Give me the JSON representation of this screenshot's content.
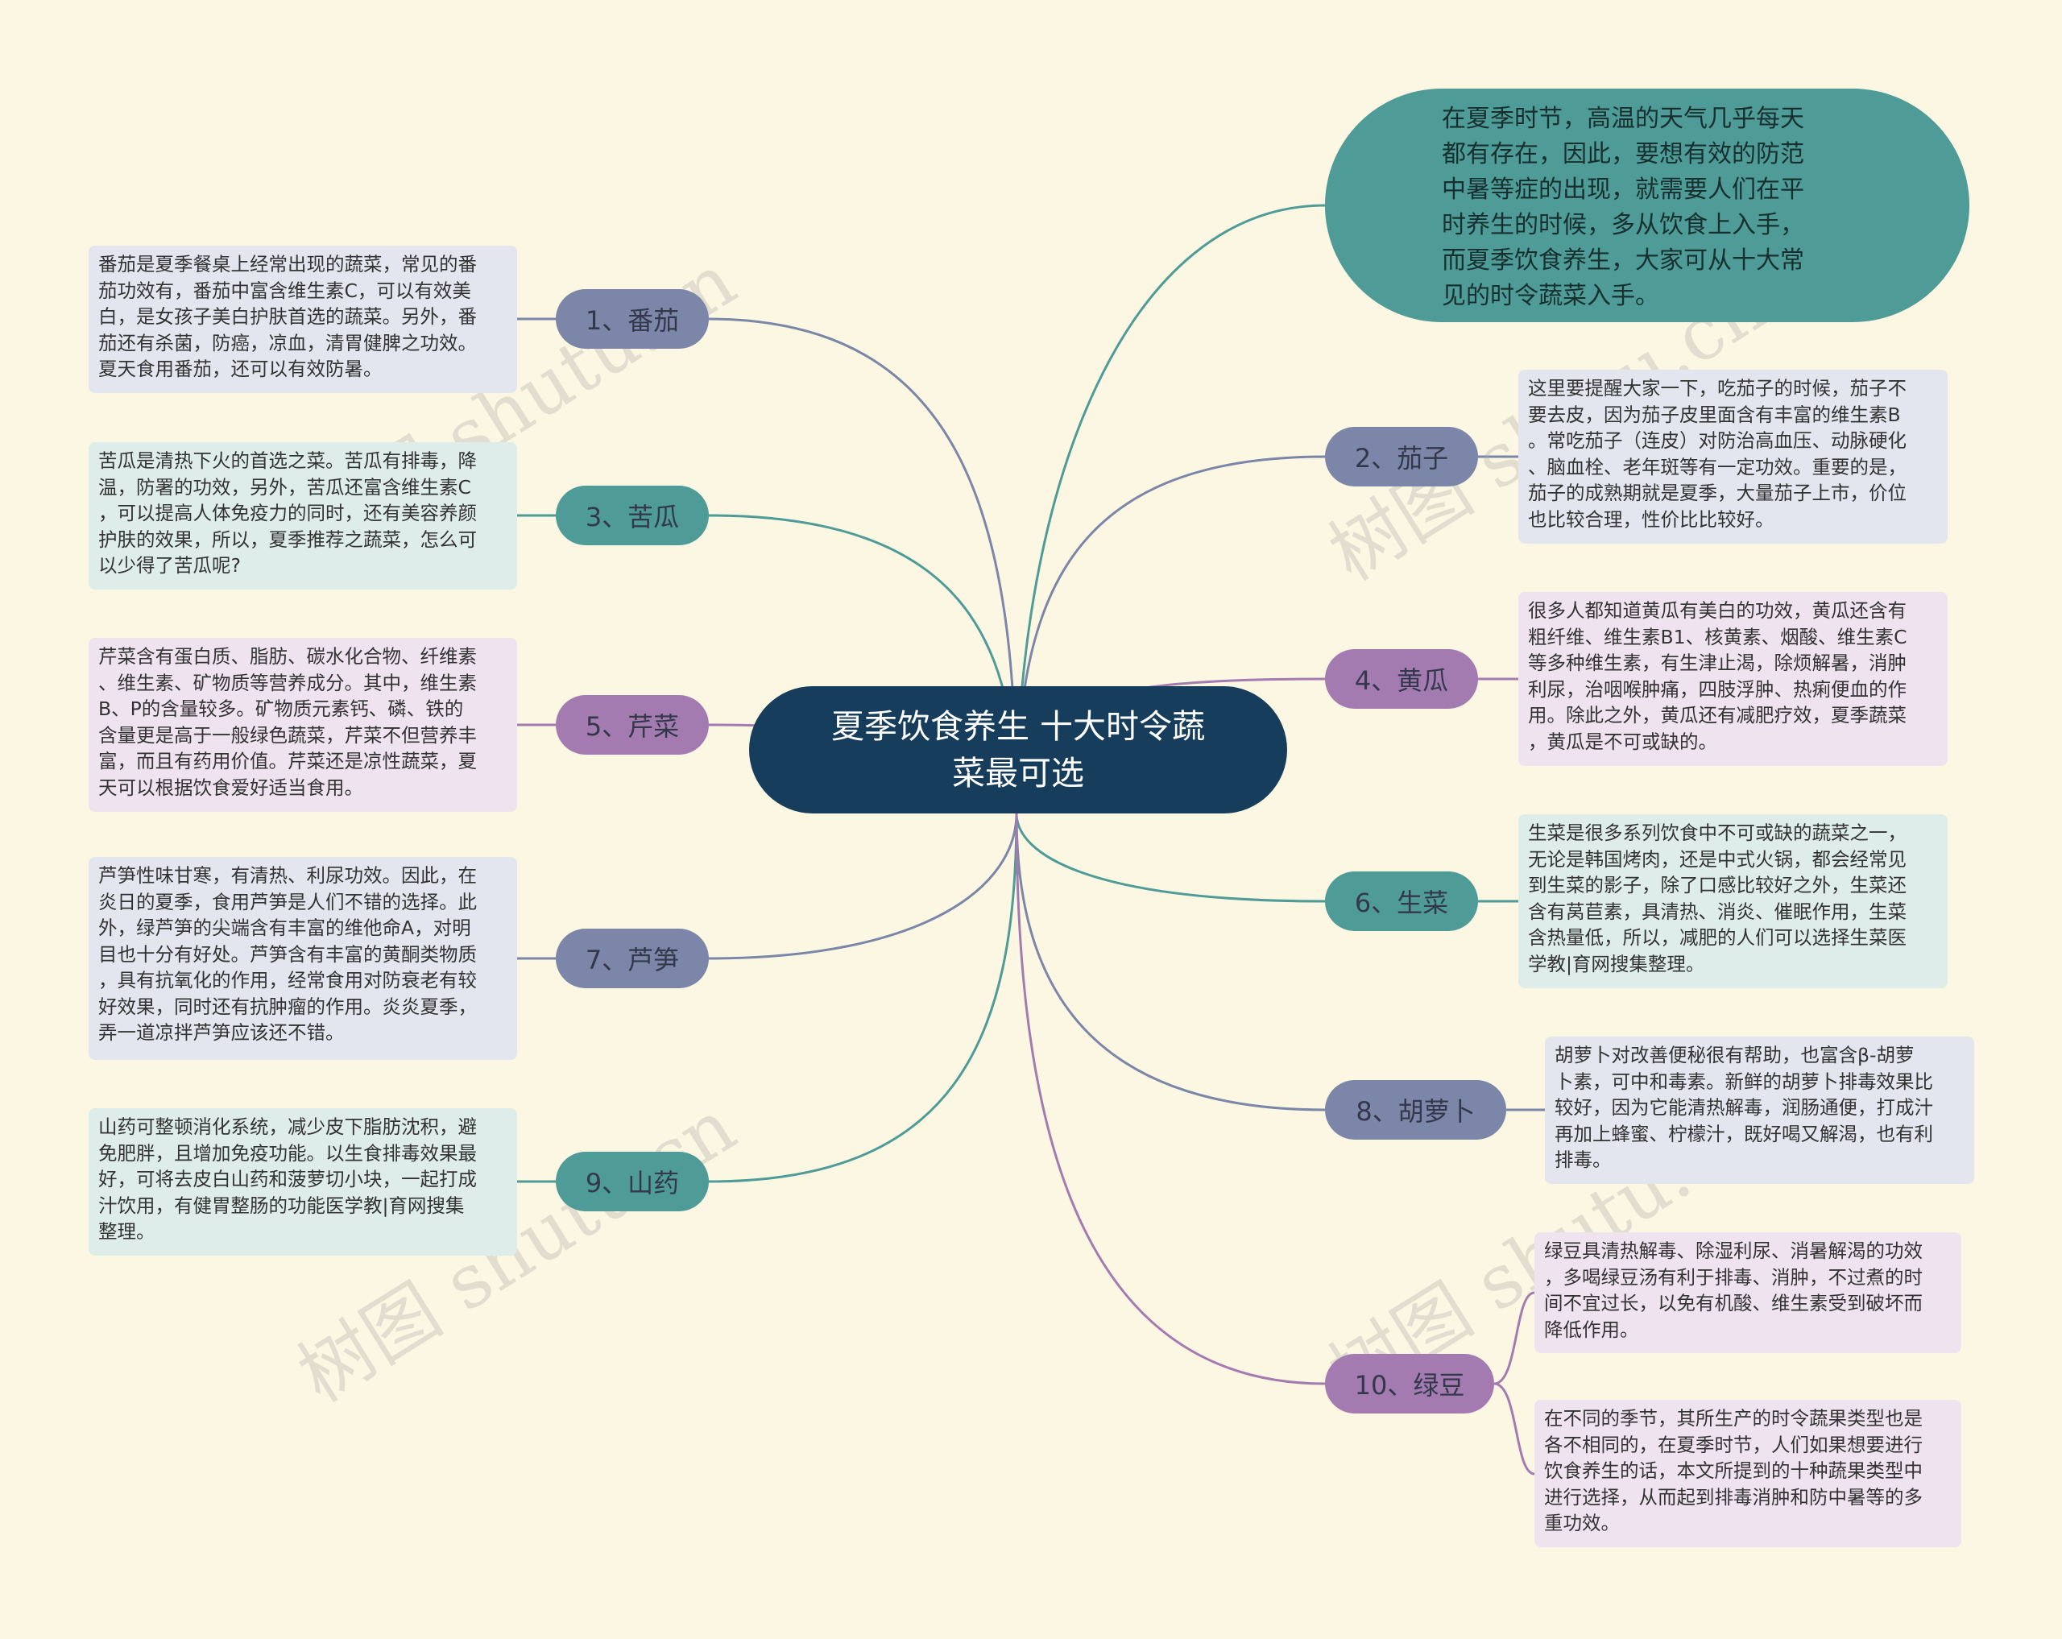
{
  "title": "夏季饮食养生 十大时令蔬\n菜最可选",
  "intro_lines": [
    "在夏季时节，高温的天气几乎每天",
    "都有存在，因此，要想有效的防范",
    "中暑等症的出现，就需要人们在平",
    "时养生的时候，多从饮食上入手，",
    "而夏季饮食养生，大家可从十大常",
    "见的时令蔬菜入手。"
  ],
  "branches": [
    {
      "label": "1、番茄",
      "lines": [
        "番茄是夏季餐桌上经常出现的蔬菜，常见的番",
        "茄功效有，番茄中富含维生素C，可以有效美",
        "白，是女孩子美白护肤首选的蔬菜。另外，番",
        "茄还有杀菌，防癌，凉血，清胃健脾之功效。",
        "夏天食用番茄，还可以有效防暑。"
      ]
    },
    {
      "label": "2、茄子",
      "lines": [
        "这里要提醒大家一下，吃茄子的时候，茄子不",
        "要去皮，因为茄子皮里面含有丰富的维生素B",
        "。常吃茄子（连皮）对防治高血压、动脉硬化",
        "、脑血栓、老年斑等有一定功效。重要的是，",
        "茄子的成熟期就是夏季，大量茄子上市，价位",
        "也比较合理，性价比比较好。"
      ]
    },
    {
      "label": "3、苦瓜",
      "lines": [
        "苦瓜是清热下火的首选之菜。苦瓜有排毒，降",
        "温，防署的功效，另外，苦瓜还富含维生素C",
        "，可以提高人体免疫力的同时，还有美容养颜",
        "护肤的效果，所以，夏季推荐之蔬菜，怎么可",
        "以少得了苦瓜呢?"
      ]
    },
    {
      "label": "4、黄瓜",
      "lines": [
        "很多人都知道黄瓜有美白的功效，黄瓜还含有",
        "粗纤维、维生素B1、核黄素、烟酸、维生素C",
        "等多种维生素，有生津止渴，除烦解暑，消肿",
        "利尿，治咽喉肿痛，四肢浮肿、热痢便血的作",
        "用。除此之外，黄瓜还有减肥疗效，夏季蔬菜",
        "，黄瓜是不可或缺的。"
      ]
    },
    {
      "label": "5、芹菜",
      "lines": [
        "芹菜含有蛋白质、脂肪、碳水化合物、纤维素",
        "、维生素、矿物质等营养成分。其中，维生素",
        "B、P的含量较多。矿物质元素钙、磷、铁的",
        "含量更是高于一般绿色蔬菜，芹菜不但营养丰",
        "富，而且有药用价值。芹菜还是凉性蔬菜，夏",
        "天可以根据饮食爱好适当食用。"
      ]
    },
    {
      "label": "6、生菜",
      "lines": [
        "生菜是很多系列饮食中不可或缺的蔬菜之一，",
        "无论是韩国烤肉，还是中式火锅，都会经常见",
        "到生菜的影子，除了口感比较好之外，生菜还",
        "含有莴苣素，具清热、消炎、催眠作用，生菜",
        "含热量低，所以，减肥的人们可以选择生菜医",
        "学教|育网搜集整理。"
      ]
    },
    {
      "label": "7、芦笋",
      "lines": [
        "芦笋性味甘寒，有清热、利尿功效。因此，在",
        "炎日的夏季，食用芦笋是人们不错的选择。此",
        "外，绿芦笋的尖端含有丰富的维他命A，对明",
        "目也十分有好处。芦笋含有丰富的黄酮类物质",
        "，具有抗氧化的作用，经常食用对防衰老有较",
        "好效果，同时还有抗肿瘤的作用。炎炎夏季，",
        "弄一道凉拌芦笋应该还不错。"
      ]
    },
    {
      "label": "8、胡萝卜",
      "lines": [
        "胡萝卜对改善便秘很有帮助，也富含β-胡萝",
        "卜素，可中和毒素。新鲜的胡萝卜排毒效果比",
        "较好，因为它能清热解毒，润肠通便，打成汁",
        "再加上蜂蜜、柠檬汁，既好喝又解渴，也有利",
        "排毒。"
      ]
    },
    {
      "label": "9、山药",
      "lines": [
        "山药可整顿消化系统，减少皮下脂肪沈积，避",
        "免肥胖，且增加免疫功能。以生食排毒效果最",
        "好，可将去皮白山药和菠萝切小块，一起打成",
        "汁饮用，有健胃整肠的功能医学教|育网搜集",
        "整理。"
      ]
    },
    {
      "label": "10、绿豆",
      "lines": [
        "绿豆具清热解毒、除湿利尿、消暑解渴的功效",
        "，多喝绿豆汤有利于排毒、消肿，不过煮的时",
        "间不宜过长，以免有机酸、维生素受到破坏而",
        "降低作用。"
      ],
      "lines2": [
        "在不同的季节，其所生产的时令蔬果类型也是",
        "各不相同的，在夏季时节，人们如果想要进行",
        "饮食养生的话，本文所提到的十种蔬果类型中",
        "进行选择，从而起到排毒消肿和防中暑等的多",
        "重功效。"
      ]
    }
  ],
  "watermark": "树图 shutu.cn",
  "colors": {
    "background": "#fbf7e2",
    "root": "#163d5c",
    "blue": "#7b86a8",
    "teal": "#4e9b97",
    "purple": "#a47bb0"
  }
}
